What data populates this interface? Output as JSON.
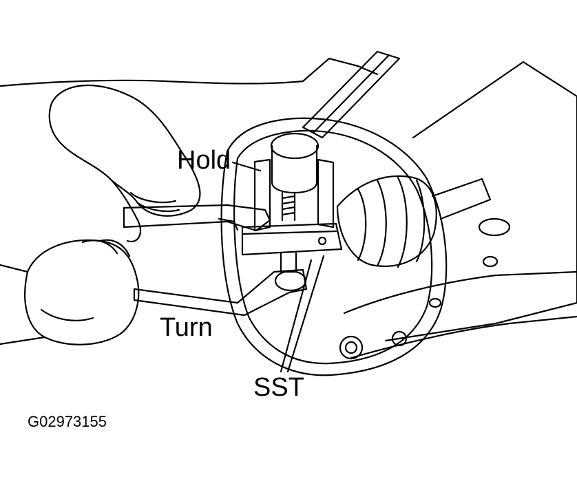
{
  "labels": {
    "hold": "Hold",
    "turn": "Turn",
    "sst": "SST",
    "figure_code": "G02973155"
  },
  "colors": {
    "line": "#000000",
    "background": "#ffffff"
  }
}
